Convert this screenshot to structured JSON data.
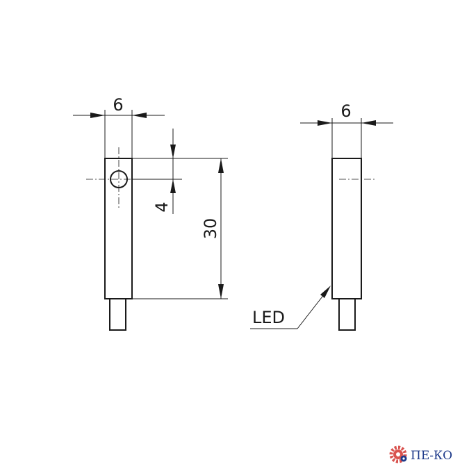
{
  "dimensions": {
    "left_width": "6",
    "right_width": "6",
    "hole_offset": "4",
    "body_length": "30"
  },
  "callouts": {
    "led": "LED"
  },
  "logo": {
    "text": "ПЕ-КО",
    "icon": "gear-icon",
    "gear_color": "#d9534f",
    "text_color": "#1e3a8a"
  }
}
